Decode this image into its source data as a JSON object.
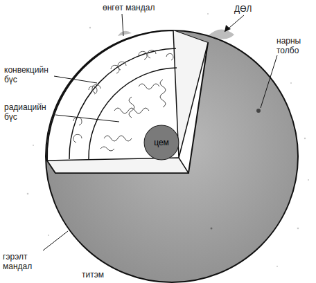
{
  "diagram": {
    "nodes": [
      {
        "text": [
          "цем"
        ]
      }
    ],
    "labels": [
      "өнгөт мандал",
      "ДӨЛ",
      "нарны толбо",
      "конвекцийн бүс",
      "радиацийн бүс",
      "гэрэлт мандал",
      "титэм"
    ]
  }
}
